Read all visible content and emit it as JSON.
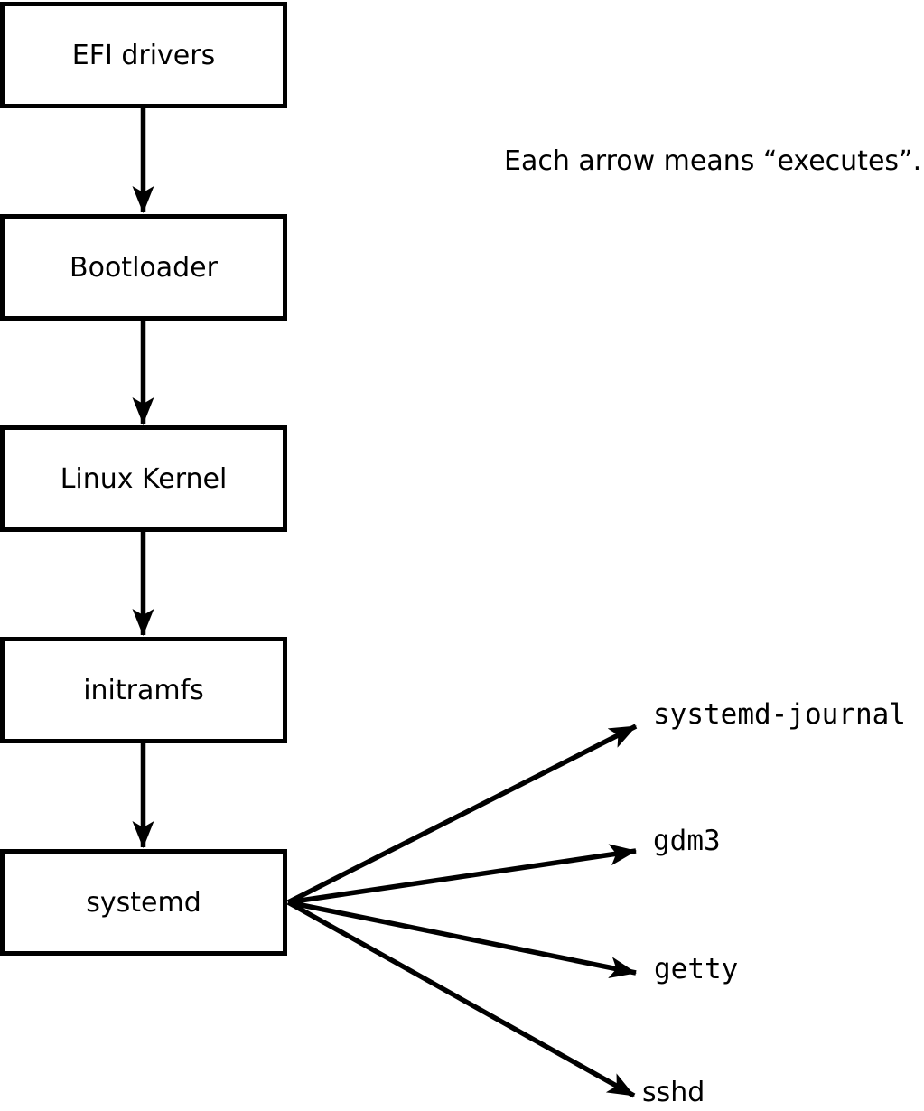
{
  "note": {
    "text": "Each arrow means “executes”."
  },
  "chain": [
    {
      "label": "EFI drivers"
    },
    {
      "label": "Bootloader"
    },
    {
      "label": "Linux Kernel"
    },
    {
      "label": "initramfs"
    },
    {
      "label": "systemd"
    }
  ],
  "spawned": [
    {
      "label": "systemd-journal"
    },
    {
      "label": "gdm3"
    },
    {
      "label": "getty"
    },
    {
      "label": "sshd"
    }
  ],
  "colors": {
    "ink": "#000000",
    "background": "#ffffff"
  }
}
